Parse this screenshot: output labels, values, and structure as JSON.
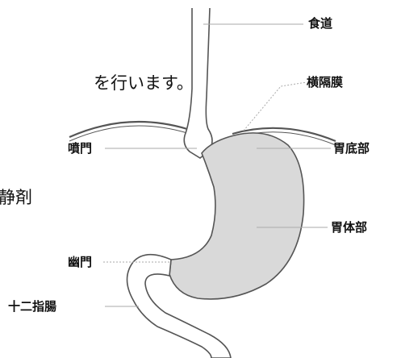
{
  "colors": {
    "organ_fill": "#d9d9d9",
    "outline": "#555555",
    "leader_line": "#aaaaaa",
    "text": "#111111"
  },
  "text_fragments": {
    "line1": "を行います。",
    "line2": "静剤"
  },
  "labels": {
    "esophagus": "食道",
    "diaphragm": "横隔膜",
    "cardia": "噴門",
    "fundus": "胃底部",
    "body": "胃体部",
    "pylorus": "幽門",
    "duodenum": "十二指腸"
  }
}
